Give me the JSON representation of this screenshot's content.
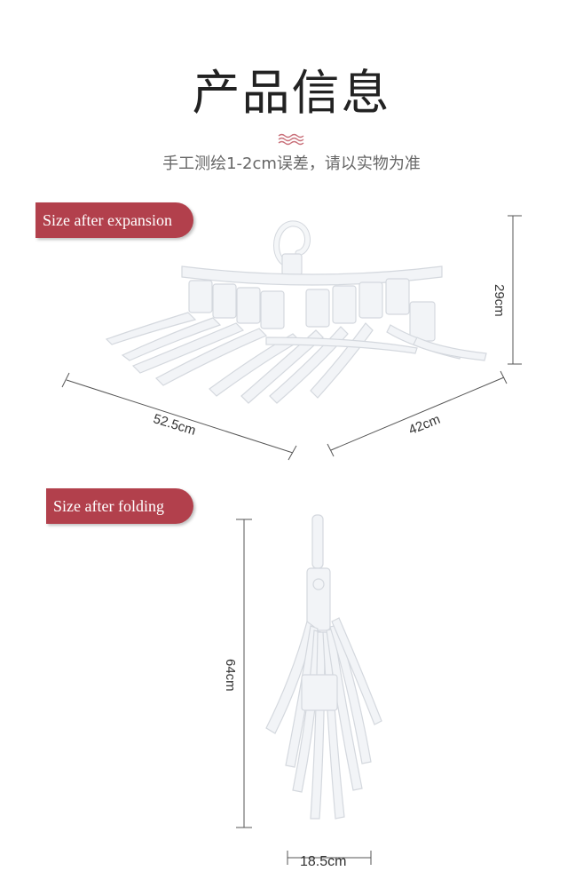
{
  "header": {
    "title": "产品信息",
    "subtitle": "手工测绘1-2cm误差，请以实物为准"
  },
  "expanded": {
    "badge_label": "Size after expansion",
    "width_label": "52.5cm",
    "depth_label": "42cm",
    "height_label": "29cm"
  },
  "folded": {
    "badge_label": "Size after folding",
    "height_label": "64cm",
    "width_label": "18.5cm"
  },
  "colors": {
    "accent": "#b2404c",
    "hanger": "#f2f4f7",
    "hanger_outline": "#d4d8de"
  }
}
